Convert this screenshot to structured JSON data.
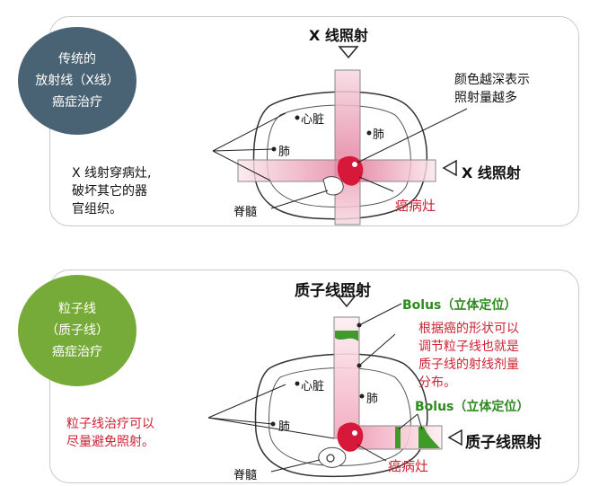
{
  "top_panel": {
    "circle_lines": [
      "传统的",
      "放射线（X线）",
      "癌症治疗"
    ],
    "beam_vertical_label": "X 线照射",
    "beam_horizontal_label": "X 线照射",
    "note_depth": [
      "颜色越深表示",
      "照射量越多"
    ],
    "note_damage": [
      "X 线射穿病灶,",
      "破坏其它的器",
      "官组织。"
    ],
    "organ_heart": "心脏",
    "organ_lung_right": "肺",
    "organ_lung_left": "肺",
    "organ_spine": "脊髓",
    "tumor_label": "癌病灶"
  },
  "bottom_panel": {
    "circle_lines": [
      "粒子线",
      "（质子线）",
      "癌症治疗"
    ],
    "beam_vertical_label": "质子线照射",
    "beam_horizontal_label": "质子线照射",
    "bolus_label_top": "Bolus（立体定位）",
    "bolus_label_right": "Bolus（立体定位）",
    "note_shape": [
      "根据癌的形状可以",
      "调节粒子线也就是",
      "质子线的射线剂量",
      "分布。"
    ],
    "note_avoid": [
      "粒子线治疗可以",
      "尽量避免照射。"
    ],
    "organ_heart": "心脏",
    "organ_lung_right": "肺",
    "organ_lung_left": "肺",
    "organ_spine": "脊髓",
    "tumor_label": "癌病灶"
  },
  "colors": {
    "top_circle": "#4a6374",
    "bottom_circle": "#77ab39",
    "tumor": "#d6183a",
    "beam_pink": "#f3b8c8",
    "bolus_green": "#3f9a2a"
  }
}
